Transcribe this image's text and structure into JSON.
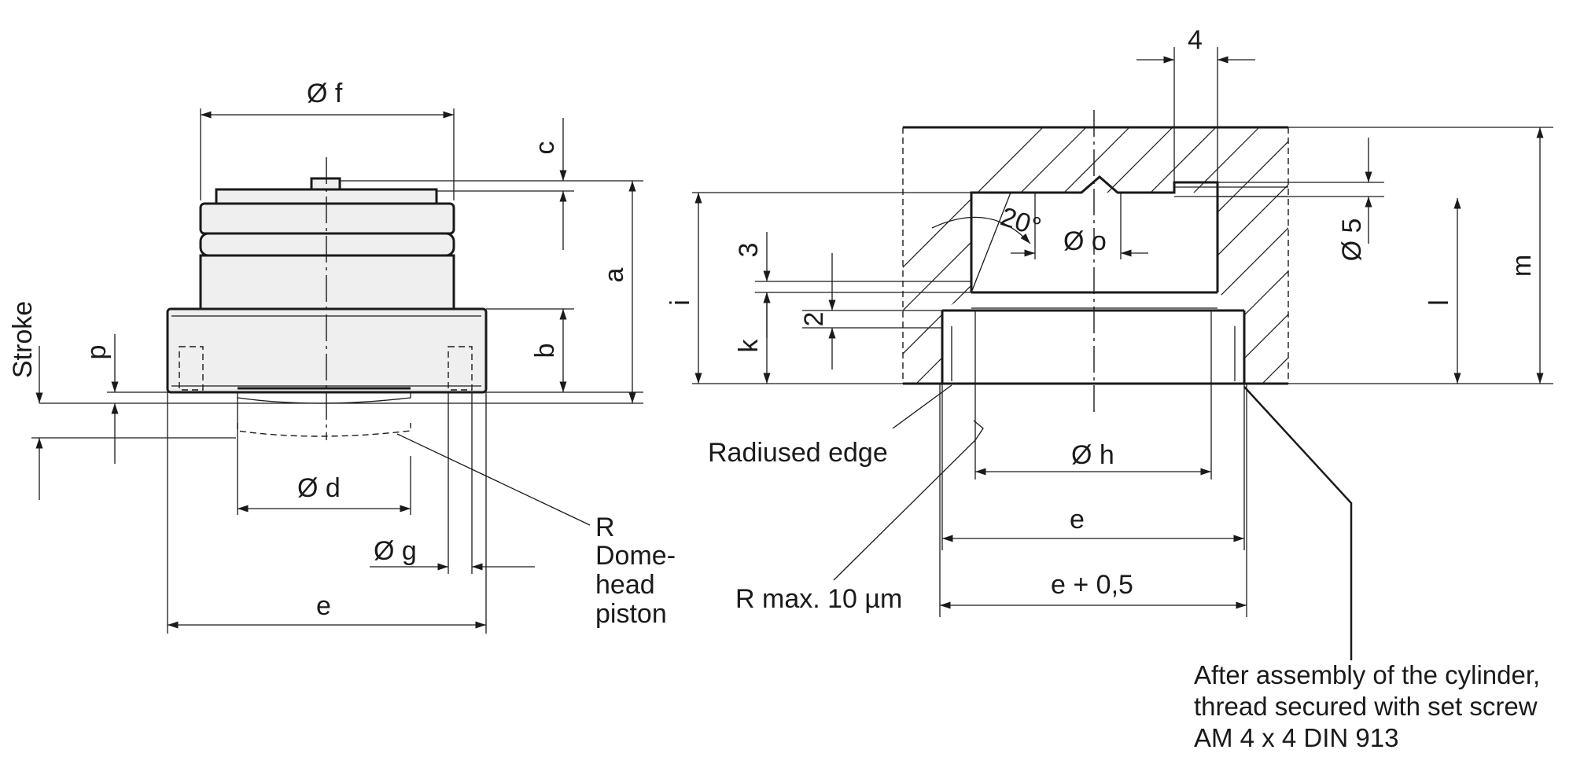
{
  "left_view": {
    "dims": {
      "diameter_f": "Ø f",
      "c": "c",
      "a": "a",
      "b": "b",
      "p": "p",
      "stroke": "Stroke",
      "diameter_d": "Ø d",
      "diameter_g": "Ø g",
      "e": "e"
    },
    "callout_lines": [
      "R",
      "Dome-",
      "head",
      "piston"
    ]
  },
  "right_view": {
    "dims": {
      "four": "4",
      "twenty_deg": "20°",
      "diameter_o": "Ø o",
      "diameter_5": "Ø 5",
      "three": "3",
      "two": "2",
      "i": "i",
      "k": "k",
      "l": "l",
      "m": "m",
      "diameter_h": "Ø h",
      "e": "e",
      "e_plus": "e + 0,5"
    },
    "radiused_edge": "Radiused edge",
    "r_max": "R max. 10 µm",
    "assembly_note": [
      "After assembly of the cylinder,",
      "thread secured with set screw",
      "AM 4 x 4 DIN 913"
    ]
  }
}
